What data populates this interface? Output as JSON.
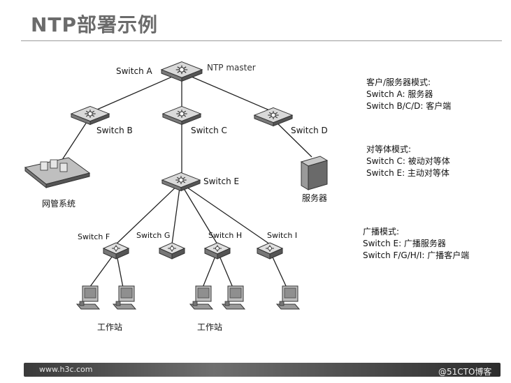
{
  "title": "NTP部署示例",
  "devices": {
    "switch_a": "Switch A",
    "ntp_master": "NTP master",
    "switch_b": "Switch B",
    "switch_c": "Switch C",
    "switch_d": "Switch D",
    "switch_e": "Switch E",
    "switch_f": "Switch F",
    "switch_g": "Switch G",
    "switch_h": "Switch H",
    "switch_i": "Switch I",
    "nms": "网管系统",
    "server": "服务器",
    "workstation_left": "工作站",
    "workstation_right": "工作站"
  },
  "notes": {
    "client_server": {
      "heading": "客户/服务器模式:",
      "line1": "Switch A: 服务器",
      "line2": "Switch B/C/D: 客户端"
    },
    "peer": {
      "heading": "对等体模式:",
      "line1": "Switch C: 被动对等体",
      "line2": "Switch E: 主动对等体"
    },
    "broadcast": {
      "heading": "广播模式:",
      "line1": "Switch E: 广播服务器",
      "line2": "Switch F/G/H/I: 广播客户端"
    }
  },
  "footer": {
    "url": "www.h3c.com",
    "watermark": "@51CTO博客"
  }
}
